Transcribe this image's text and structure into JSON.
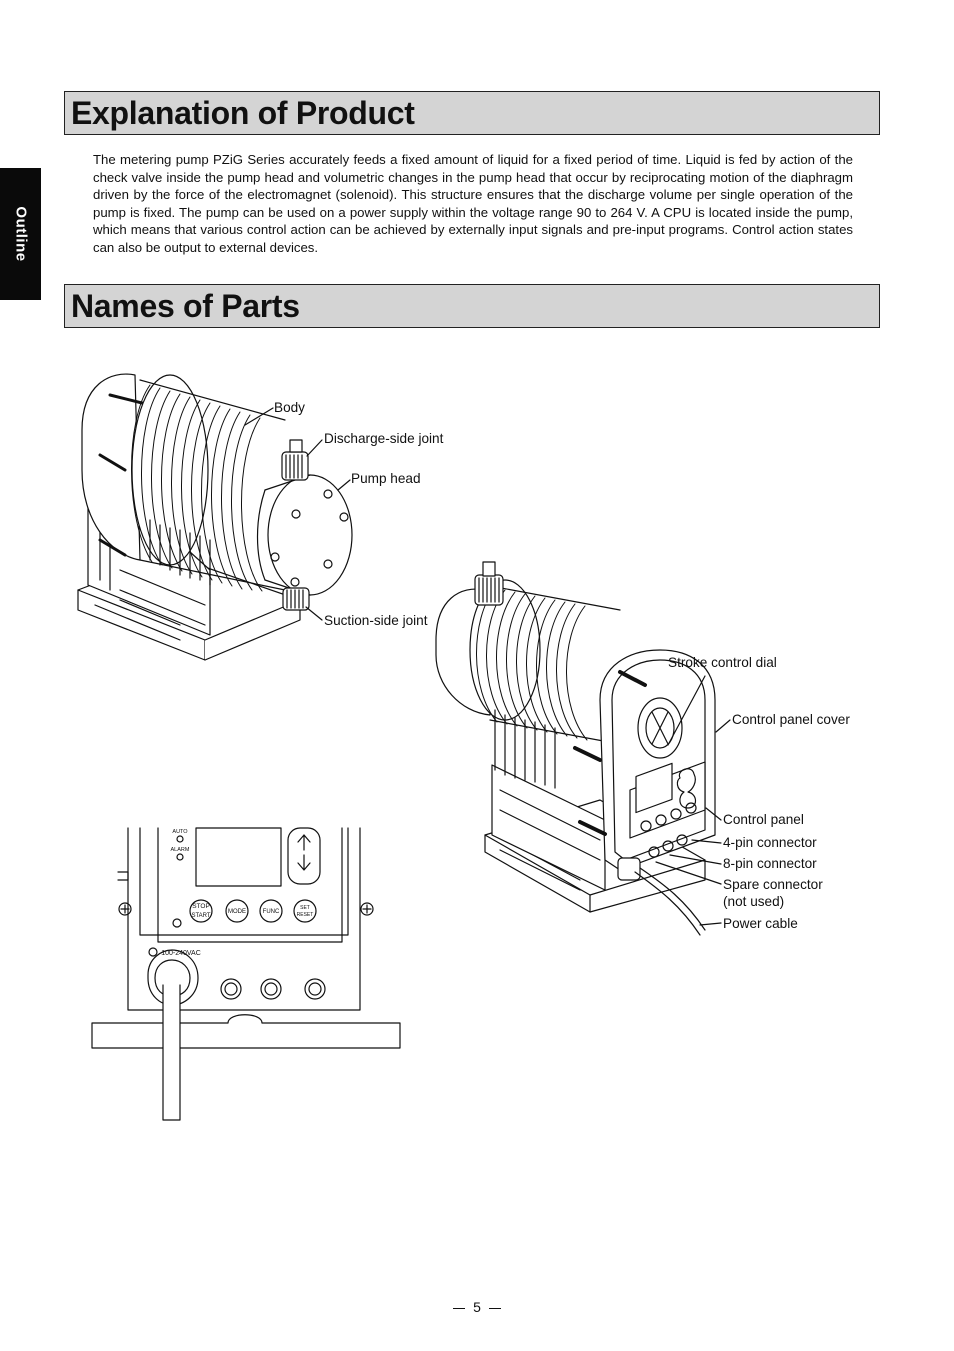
{
  "side_tab": "Outline",
  "sections": {
    "explanation_title": "Explanation of Product",
    "names_title": "Names of Parts"
  },
  "intro_text": "The metering pump PZiG Series accurately feeds a fixed amount of liquid for a fixed period of time. Liquid is fed by action of the check valve inside the pump head and volumetric changes in the pump head that occur by reciprocating motion of the diaphragm driven by the force of the electromagnet (solenoid). This structure ensures that the discharge volume per single operation of the pump is fixed. The pump can be used on a power supply within the voltage range 90 to 264 V. A CPU is located inside the pump, which means that various control action can be achieved by externally input signals and pre-input programs. Control action states can also be output to external devices.",
  "callouts": {
    "body": "Body",
    "discharge_joint": "Discharge-side joint",
    "pump_head": "Pump head",
    "suction_joint": "Suction-side joint",
    "stroke_dial": "Stroke control dial",
    "panel_cover": "Control panel cover",
    "control_panel": "Control panel",
    "pin4": "4-pin connector",
    "pin8": "8-pin connector",
    "spare_line1": "Spare connector",
    "spare_line2": "(not used)",
    "power_cable": "Power cable"
  },
  "panel_labels": {
    "auto": "AUTO",
    "alarm": "ALARM",
    "stop": "STOP",
    "start": "START",
    "mode": "MODE",
    "func": "FUNC",
    "set": "SET",
    "reset": "RESET",
    "voltage": "100-240VAC"
  },
  "page_number": "5"
}
